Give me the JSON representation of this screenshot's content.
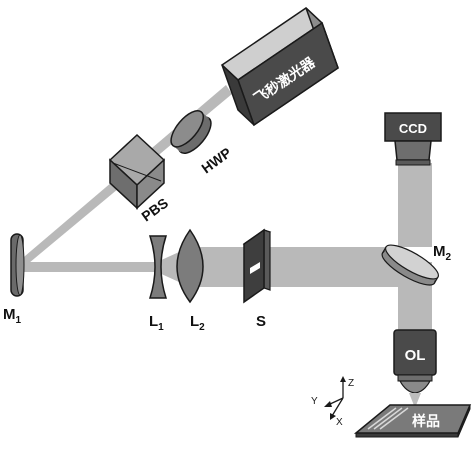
{
  "components": {
    "laser": "飞秒激光器",
    "hwp": "HWP",
    "pbs": "PBS",
    "m1": {
      "main": "M",
      "sub": "1"
    },
    "l1": {
      "main": "L",
      "sub": "1"
    },
    "l2": {
      "main": "L",
      "sub": "2"
    },
    "shutter": "S",
    "m2": {
      "main": "M",
      "sub": "2"
    },
    "ccd": "CCD",
    "objective": "OL",
    "sample": "样品"
  },
  "axes": {
    "x": "X",
    "y": "Y",
    "z": "Z"
  },
  "colors": {
    "beam": "#b9b9b9",
    "laser_body": "#4a4a4a",
    "component_mid": "#8c8c8c",
    "component_light": "#cfcfcf",
    "outline": "#1a1a1a"
  }
}
